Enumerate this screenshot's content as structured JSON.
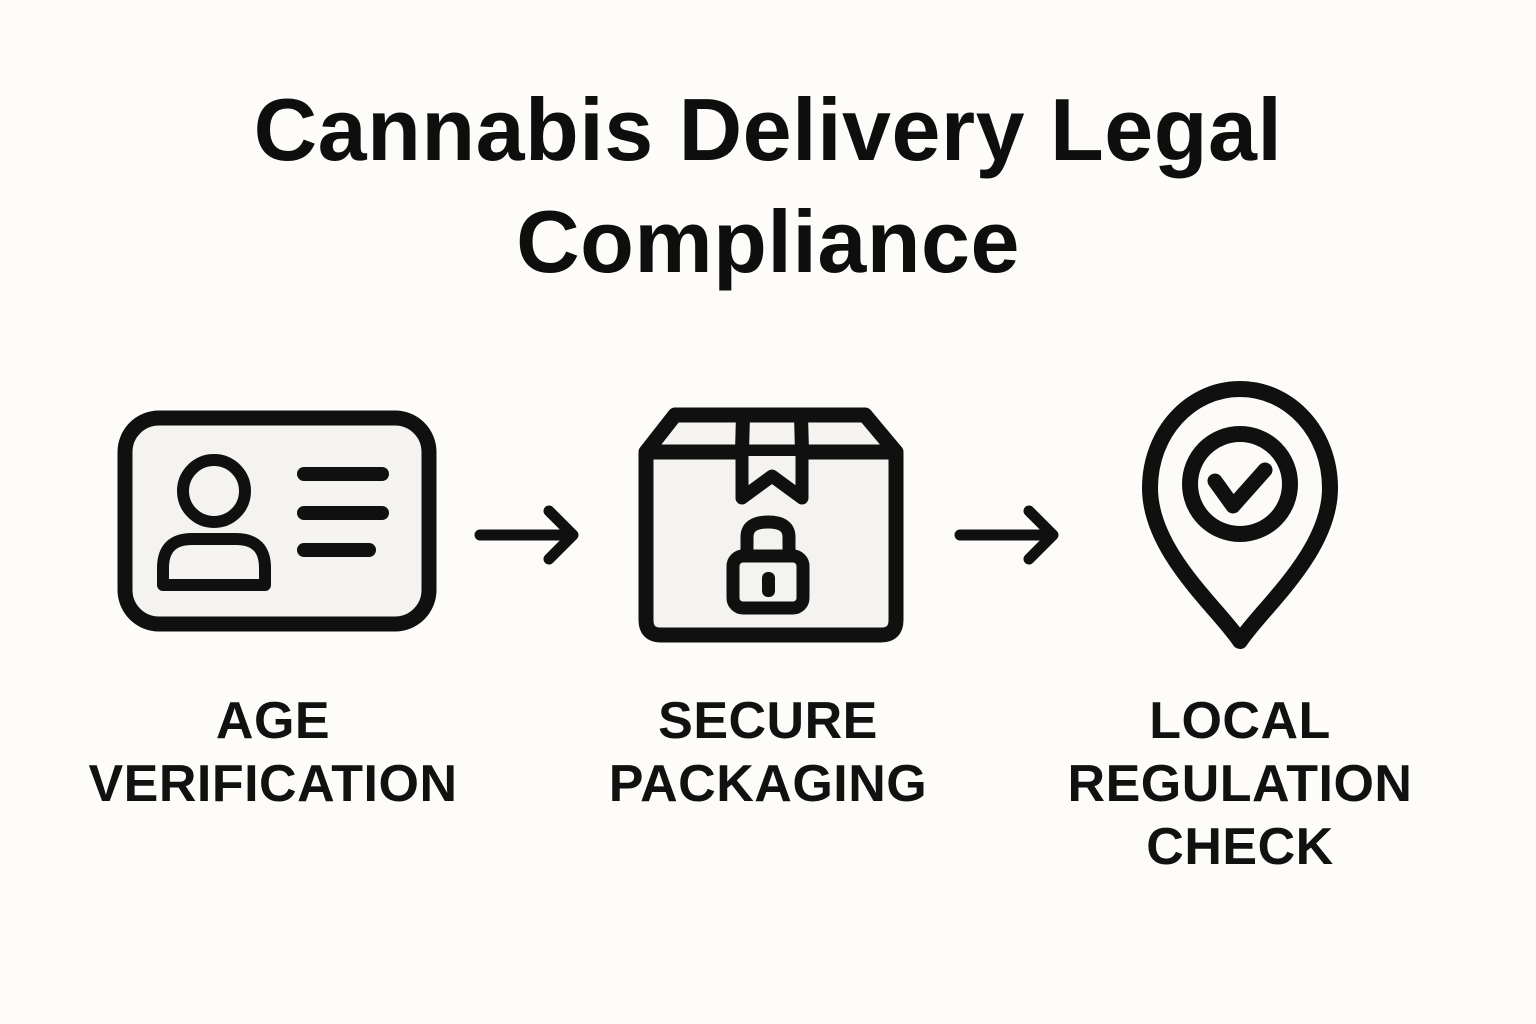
{
  "title": "Cannabis Delivery Legal Compliance",
  "steps": [
    {
      "label": "AGE VERIFICATION",
      "icon": "id-card-icon"
    },
    {
      "label": "SECURE PACKAGING",
      "icon": "locked-package-icon"
    },
    {
      "label": "LOCAL REGULATION CHECK",
      "icon": "location-pin-check-icon"
    }
  ],
  "connectors": [
    {
      "icon": "right-arrow-icon"
    },
    {
      "icon": "right-arrow-icon"
    }
  ],
  "colors": {
    "background": "#fdfcf8",
    "ink": "#101010",
    "icon_fill": "#f4f3ef",
    "pin_fill": "#fcfbf7"
  }
}
